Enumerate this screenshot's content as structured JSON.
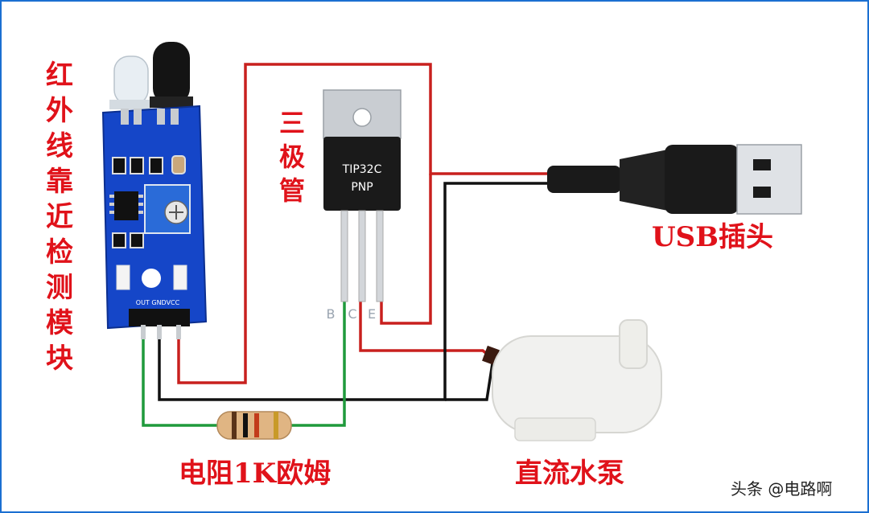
{
  "labels": {
    "sensor_module": [
      "红",
      "外",
      "线",
      "靠",
      "近",
      "检",
      "测",
      "模",
      "块"
    ],
    "transistor_title": [
      "三",
      "极",
      "管"
    ],
    "usb_plug": "USB插头",
    "resistor": "电阻1K欧姆",
    "pump": "直流水泵",
    "watermark": "头条 @电路啊"
  },
  "transistor": {
    "part_number": "TIP32C",
    "type": "PNP",
    "pins": [
      "B",
      "C",
      "E"
    ]
  },
  "sensor_pins": {
    "header": "OUT GNDVCC"
  },
  "colors": {
    "label_red": "#e0121a",
    "wire_red": "#c8201e",
    "wire_black": "#111111",
    "wire_green": "#1f9a3c",
    "pcb_blue": "#1546c8"
  }
}
